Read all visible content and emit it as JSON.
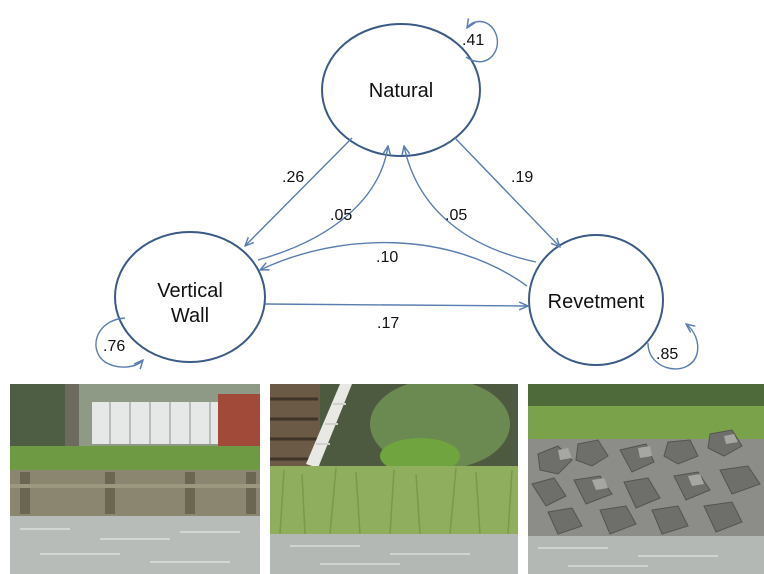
{
  "nodes": {
    "natural": {
      "label": "Natural",
      "self_loop": ".41"
    },
    "vertical_wall": {
      "label_line1": "Vertical",
      "label_line2": "Wall",
      "self_loop": ".76"
    },
    "revetment": {
      "label": "Revetment",
      "self_loop": ".85"
    }
  },
  "edges": {
    "natural_to_wall": ".26",
    "wall_to_natural": ".05",
    "natural_to_revetment": ".19",
    "revetment_to_natural": ".05",
    "revetment_to_wall": ".10",
    "wall_to_revetment": ".17"
  },
  "colors": {
    "node_stroke": "#3b5a85",
    "edge_stroke": "#5a7db0",
    "sky": "#c9ccc4",
    "water": "#b8bcb8",
    "grass": "#6f9a44"
  }
}
